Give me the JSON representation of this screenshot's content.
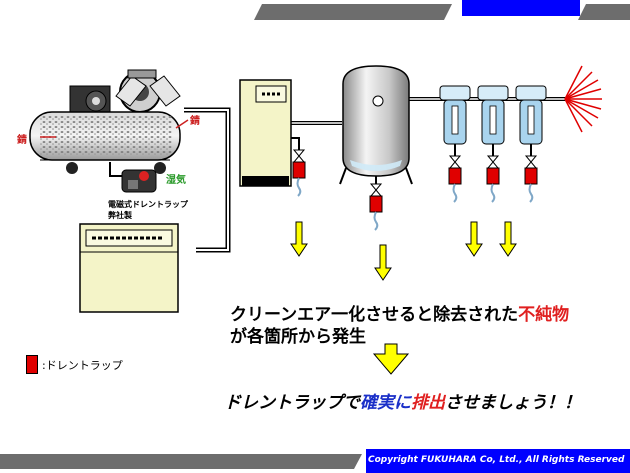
{
  "labels": {
    "rust_left": "錆",
    "rust_right": "錆",
    "moisture": "湿気",
    "trap_caption_line1": "電磁式ドレントラップ",
    "trap_caption_line2": "弊社製"
  },
  "message": {
    "line1_part1": "クリーンエア一化させると除去された",
    "line1_highlight": "不純物",
    "line2": "が各箇所から発生",
    "line3_part1": "ドレントラップで",
    "line3_highlight1": "確実に",
    "line3_highlight2": "排出",
    "line3_part2": "させましょう！！"
  },
  "legend": {
    "text": ":ドレントラップ"
  },
  "footer": {
    "copyright": "Copyright FUKUHARA Co, Ltd., All Rights Reserved"
  },
  "colors": {
    "banner": "#0000ff",
    "banner_stripe": "#6a6a6a",
    "trap": "#e00000",
    "arrow": "#ffff00",
    "filter": "#a9d4ee",
    "dryer": "#f4f4c6",
    "emphasis_red": "#e02020",
    "emphasis_blue": "#1a2fc8"
  }
}
